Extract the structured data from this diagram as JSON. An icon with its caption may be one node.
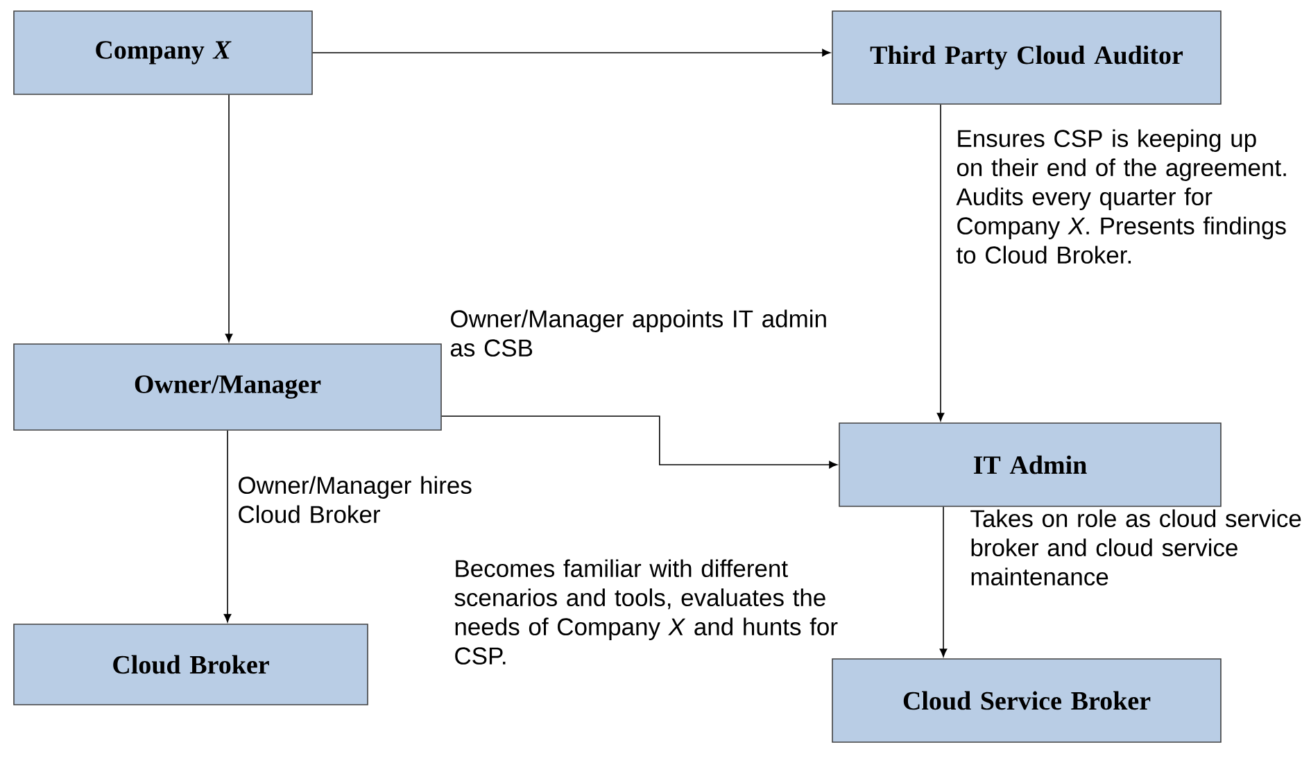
{
  "diagram": {
    "nodes": [
      {
        "text": [
          "Company *X*"
        ]
      },
      {
        "text": [
          "Third Party Cloud Auditor"
        ]
      },
      {
        "text": [
          "Owner/Manager"
        ]
      },
      {
        "text": [
          "IT Admin"
        ]
      },
      {
        "text": [
          "Cloud Broker"
        ]
      },
      {
        "text": [
          "Cloud Service Broker"
        ]
      }
    ],
    "edges": [
      {
        "from": 0,
        "to": 1,
        "arrow": "to"
      },
      {
        "from": 0,
        "to": 2,
        "arrow": "to"
      },
      {
        "from": 1,
        "to": 3,
        "arrow": "to",
        "label": "Ensures CSP is keeping up on their end of the agreement. Audits every quarter for Company *X*. Presents findings to Cloud Broker."
      },
      {
        "from": 2,
        "to": 3,
        "arrow": "to",
        "label": "Owner/Manager appoints IT admin as CSB"
      },
      {
        "from": 2,
        "to": 4,
        "arrow": "to",
        "label": "Owner/Manager hires Cloud Broker"
      },
      {
        "from": 3,
        "to": 5,
        "arrow": "to",
        "label": "Takes on role as cloud service broker and cloud service maintenance"
      }
    ],
    "labels": [
      "Becomes familiar with different scenarios and tools, evaluates the needs of Company *X* and hunts for CSP."
    ]
  }
}
